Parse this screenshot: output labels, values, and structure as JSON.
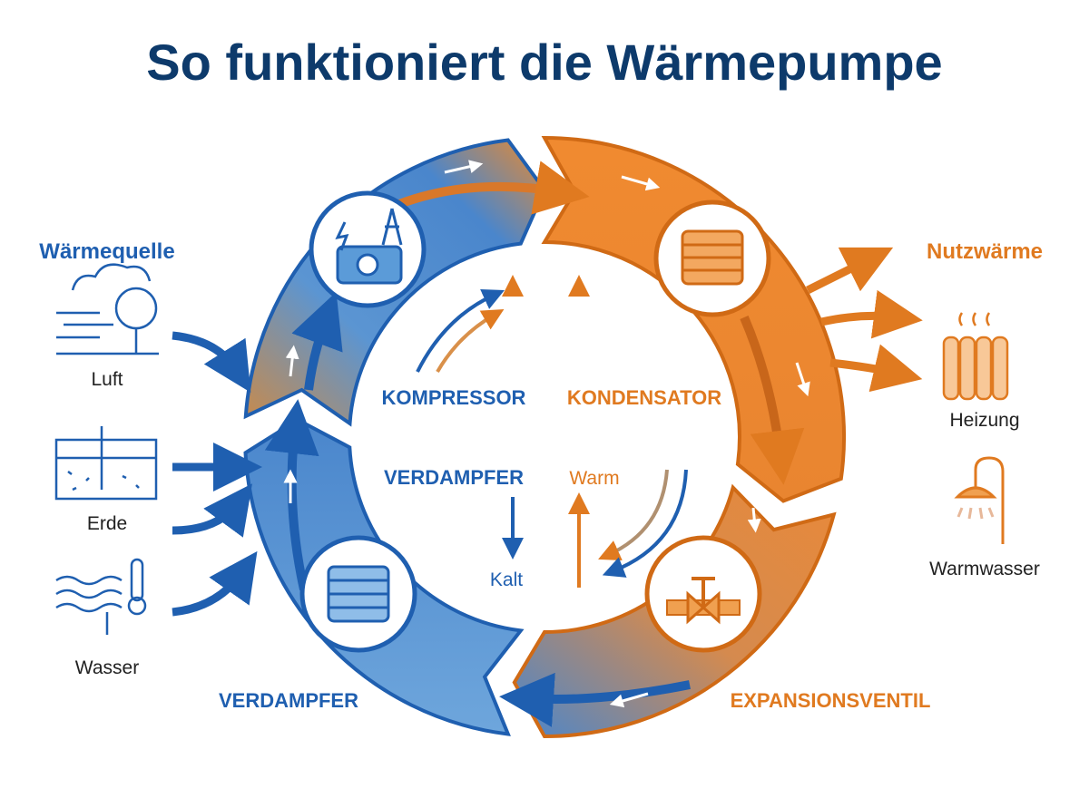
{
  "title": "So funktioniert die Wärmepumpe",
  "colors": {
    "blue": "#1f5fb0",
    "blue_light": "#5b9bd8",
    "orange": "#e07a20",
    "orange_light": "#f0a050",
    "navy": "#0d3a6b"
  },
  "left": {
    "heading": "Wärmequelle",
    "sources": [
      {
        "label": "Luft",
        "icon": "wind-tree-icon"
      },
      {
        "label": "Erde",
        "icon": "ground-probe-icon"
      },
      {
        "label": "Wasser",
        "icon": "water-thermometer-icon"
      }
    ]
  },
  "right": {
    "heading": "Nutzwärme",
    "uses": [
      {
        "label": "Heizung",
        "icon": "radiator-icon"
      },
      {
        "label": "Warmwasser",
        "icon": "shower-icon"
      }
    ]
  },
  "cycle": {
    "compressor": "KOMPRESSOR",
    "condenser": "KONDENSATOR",
    "evaporator_inner": "VERDAMPFER",
    "evaporator_outer": "VERDAMPFER",
    "expansion": "EXPANSIONSVENTIL",
    "warm": "Warm",
    "cold": "Kalt"
  }
}
